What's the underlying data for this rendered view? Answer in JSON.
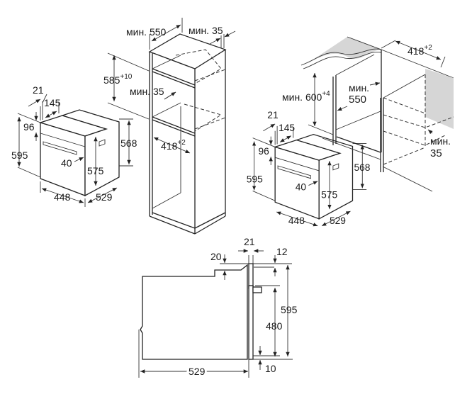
{
  "oven_iso": {
    "d21": "21",
    "d145": "145",
    "d96": "96",
    "d595": "595",
    "d40": "40",
    "d575": "575",
    "d568": "568",
    "d448": "448",
    "d529": "529"
  },
  "tall_cabinet": {
    "min550": "мин. 550",
    "min35_top": "мин. 35",
    "h585": "585",
    "h585_tol": "+10",
    "min35_mid": "мин. 35",
    "w418": "418",
    "w418_tol": "+2"
  },
  "under_counter": {
    "w418": "418",
    "w418_tol": "+2",
    "min600": "мин. 600",
    "min600_tol": "+4",
    "min550_a": "мин.",
    "min550_b": "550",
    "min35_a": "мин.",
    "min35_b": "35"
  },
  "side_view": {
    "d21": "21",
    "d12": "12",
    "d20": "20",
    "d595": "595",
    "d480": "480",
    "d529": "529",
    "d10": "10"
  }
}
